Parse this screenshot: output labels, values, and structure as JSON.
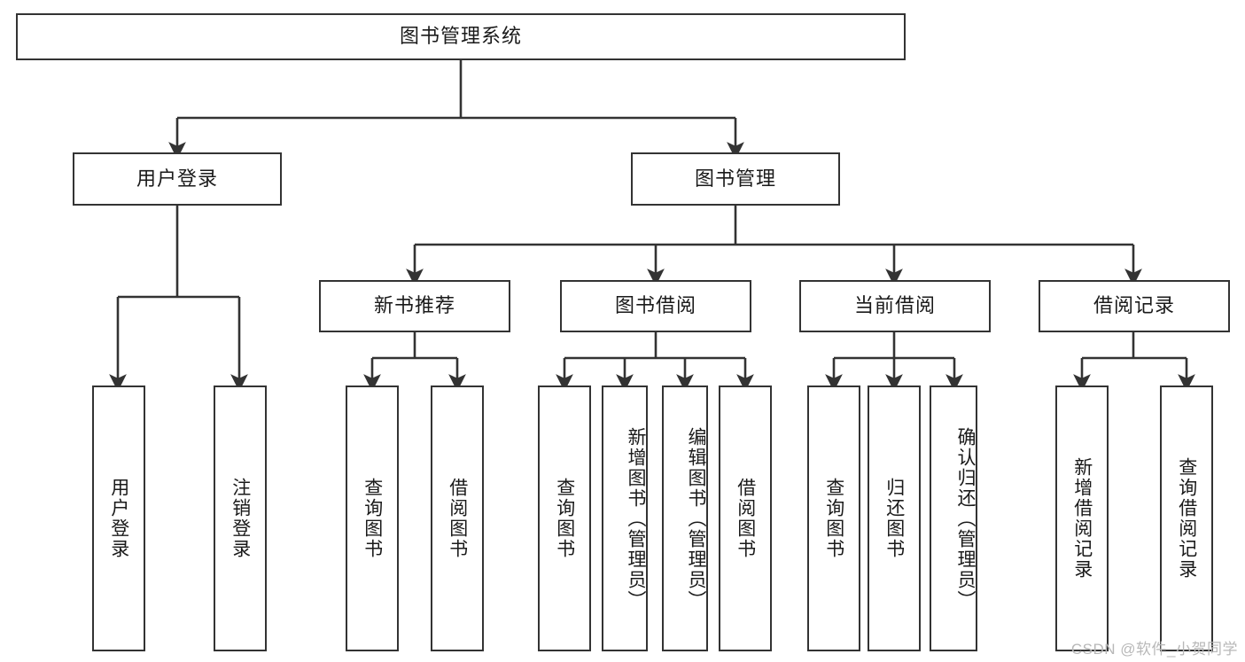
{
  "diagram": {
    "title": "图书管理系统",
    "type": "tree",
    "stroke_color": "#333333",
    "fill_color": "#ffffff",
    "text_color": "#1a1a1a",
    "watermark": "CSDN @软件_小贺同学",
    "nodes": {
      "root": {
        "label": "图书管理系统"
      },
      "level2": [
        {
          "id": "user-login",
          "label": "用户登录"
        },
        {
          "id": "book-manage",
          "label": "图书管理"
        }
      ],
      "level3": [
        {
          "id": "new-book-recommend",
          "label": "新书推荐"
        },
        {
          "id": "book-borrow",
          "label": "图书借阅"
        },
        {
          "id": "current-borrow",
          "label": "当前借阅"
        },
        {
          "id": "borrow-record",
          "label": "借阅记录"
        }
      ],
      "leaves": {
        "user_login": [
          {
            "id": "leaf-user-login",
            "label": "用户登录"
          },
          {
            "id": "leaf-logout-login",
            "label": "注销登录"
          }
        ],
        "new_book_recommend": [
          {
            "id": "leaf-query-book-1",
            "label": "查询图书"
          },
          {
            "id": "leaf-borrow-book-1",
            "label": "借阅图书"
          }
        ],
        "book_borrow": [
          {
            "id": "leaf-query-book-2",
            "label": "查询图书"
          },
          {
            "id": "leaf-add-book",
            "label": "新增图书（管理员）"
          },
          {
            "id": "leaf-edit-book",
            "label": "编辑图书（管理员）"
          },
          {
            "id": "leaf-borrow-book-2",
            "label": "借阅图书"
          }
        ],
        "current_borrow": [
          {
            "id": "leaf-query-book-3",
            "label": "查询图书"
          },
          {
            "id": "leaf-return-book",
            "label": "归还图书"
          },
          {
            "id": "leaf-confirm-return",
            "label": "确认归还（管理员）"
          }
        ],
        "borrow_record": [
          {
            "id": "leaf-add-record",
            "label": "新增借阅记录"
          },
          {
            "id": "leaf-query-record",
            "label": "查询借阅记录"
          }
        ]
      }
    }
  }
}
